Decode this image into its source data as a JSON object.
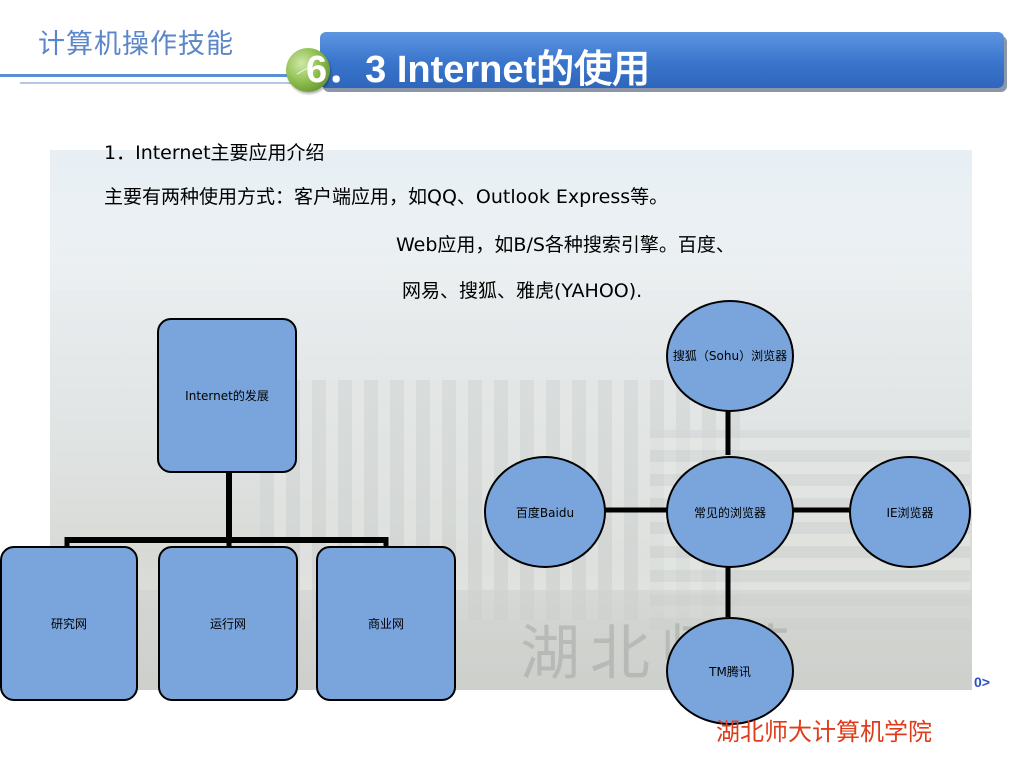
{
  "header": {
    "course_title": "计算机操作技能",
    "chapter_title": "6．3 Internet的使用"
  },
  "content": {
    "heading": "1．Internet主要应用介绍",
    "line1": "主要有两种使用方式：客户端应用，如QQ、Outlook Express等。",
    "line2": "Web应用，如B/S各种搜索引擎。百度、",
    "line3": "网易、搜狐、雅虎(YAHOO)."
  },
  "diagram_left": {
    "root": "Internet的发展",
    "children": [
      "研究网",
      "运行网",
      "商业网"
    ]
  },
  "diagram_right": {
    "center": "常见的浏览器",
    "top": "搜狐（Sohu）浏览器",
    "left": "百度Baidu",
    "right": "IE浏览器",
    "bottom": "TM腾讯"
  },
  "page_number": "0>",
  "footer": "湖北师大计算机学院",
  "colors": {
    "node_fill": "#79a5dc",
    "title_bar": "#3a75cc",
    "footer_text": "#e03b1a",
    "course_title": "#5b86c8"
  }
}
